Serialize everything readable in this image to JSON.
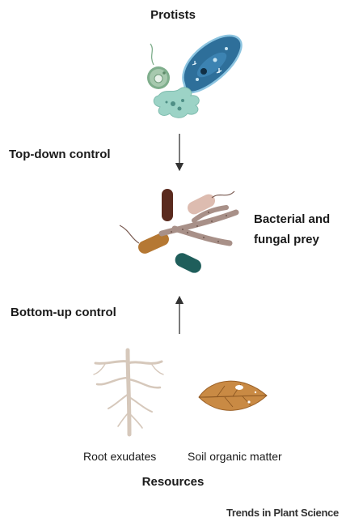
{
  "protists_title": "Protists",
  "top_down_label": "Top-down control",
  "prey_label_line1": "Bacterial and",
  "prey_label_line2": "fungal prey",
  "bottom_up_label": "Bottom-up control",
  "root_label": "Root exudates",
  "som_label": "Soil organic matter",
  "resources_title": "Resources",
  "journal_name": "Trends in Plant Science",
  "colors": {
    "protist_green": "#7fae8c",
    "protist_blue": "#2e6f9a",
    "amoeba_teal": "#9cd3c6",
    "bacterium_dark_brown": "#5a2a1e",
    "bacterium_pink": "#ddbcb0",
    "bacterium_orange": "#b57833",
    "bacterium_teal": "#1f5e5b",
    "hyphae": "#a89088",
    "root": "#d6c8bb",
    "leaf": "#c98a44"
  },
  "icons": [
    "flagellate-icon",
    "paramecium-icon",
    "amoeba-icon",
    "bacteria-icon",
    "fungal-hyphae-icon",
    "root-icon",
    "leaf-icon",
    "down-arrow-icon",
    "up-arrow-icon"
  ]
}
